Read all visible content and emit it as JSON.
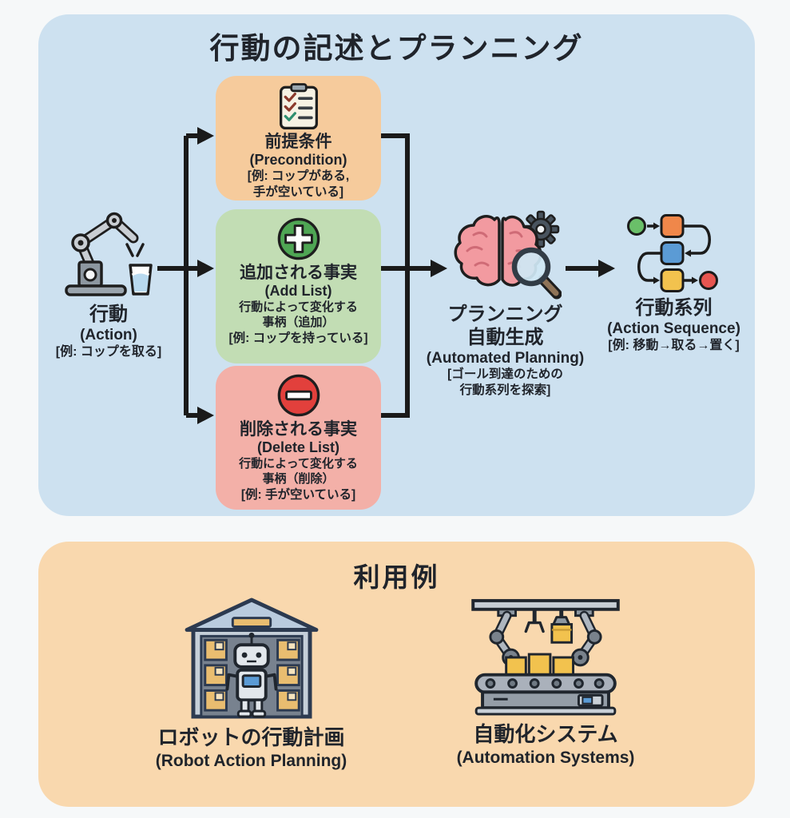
{
  "colors": {
    "page_bg": "#f6f8f9",
    "top_panel_bg": "#cde1f0",
    "bottom_panel_bg": "#f9d8ae",
    "precondition_box_bg": "#f6cb9c",
    "add_box_bg": "#c2ddb4",
    "delete_box_bg": "#f3b0a8",
    "arrow_color": "#1a1a1a",
    "text_color": "#20242b",
    "plus_green": "#4fa654",
    "minus_red": "#e2403c"
  },
  "top_panel": {
    "title": "行動の記述とプランニング",
    "action": {
      "icon": "robot-arm-cup-icon",
      "title": "行動",
      "subtitle": "(Action)",
      "example": "[例: コップを取る]"
    },
    "boxes": [
      {
        "id": "precondition",
        "icon": "checklist-clipboard-icon",
        "title": "前提条件",
        "subtitle": "(Precondition)",
        "example_line1": "[例: コップがある,",
        "example_line2": "手が空いている]"
      },
      {
        "id": "add_list",
        "icon": "plus-circle-icon",
        "title": "追加される事実",
        "subtitle": "(Add List)",
        "desc_line1": "行動によって変化する",
        "desc_line2": "事柄（追加）",
        "example": "[例: コップを持っている]"
      },
      {
        "id": "delete_list",
        "icon": "minus-circle-icon",
        "title": "削除される事実",
        "subtitle": "(Delete List)",
        "desc_line1": "行動によって変化する",
        "desc_line2": "事柄（削除）",
        "example": "[例: 手が空いている]"
      }
    ],
    "planning": {
      "icon": "brain-gear-magnifier-icon",
      "title_line1": "プランニング",
      "title_line2": "自動生成",
      "subtitle": "(Automated Planning)",
      "example_line1": "[ゴール到達のための",
      "example_line2": "行動系列を探索]"
    },
    "sequence": {
      "icon": "flowchart-sequence-icon",
      "title": "行動系列",
      "subtitle": "(Action Sequence)",
      "example": "[例: 移動→取る→置く]"
    }
  },
  "bottom_panel": {
    "title": "利用例",
    "examples": [
      {
        "icon": "warehouse-robot-icon",
        "title": "ロボットの行動計画",
        "subtitle": "(Robot Action Planning)"
      },
      {
        "icon": "factory-automation-icon",
        "title": "自動化システム",
        "subtitle": "(Automation Systems)"
      }
    ]
  }
}
